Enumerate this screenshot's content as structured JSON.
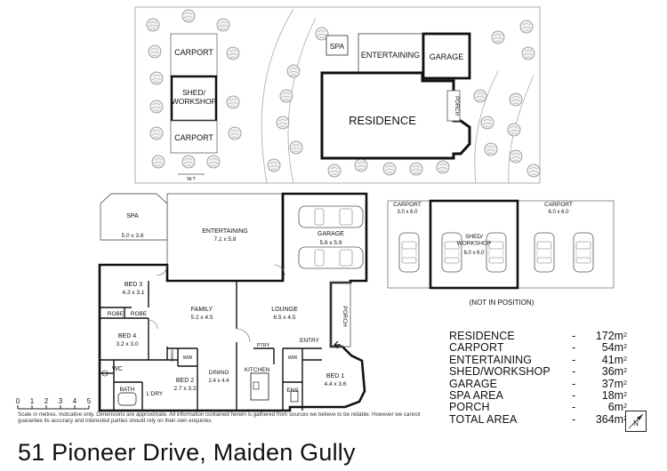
{
  "site": {
    "labels": {
      "carport_top": "CARPORT",
      "shed": "SHED/\nWORKSHOP",
      "carport_bottom": "CARPORT",
      "wt": "W.T",
      "spa": "SPA",
      "entertaining": "ENTERTAINING",
      "garage": "GARAGE",
      "porch": "PORCH",
      "residence": "RESIDENCE"
    }
  },
  "floor": {
    "rooms": {
      "spa": {
        "name": "SPA",
        "dims": "5.0 x 3.6"
      },
      "entertaining": {
        "name": "ENTERTAINING",
        "dims": "7.1 x 5.8"
      },
      "garage": {
        "name": "GARAGE",
        "dims": "5.6 x 5.9"
      },
      "bed3": {
        "name": "BED 3",
        "dims": "4.3 x 3.1"
      },
      "robe1": {
        "name": "ROBE"
      },
      "robe2": {
        "name": "ROBE"
      },
      "family": {
        "name": "FAMILY",
        "dims": "5.2 x 4.5"
      },
      "lounge": {
        "name": "LOUNGE",
        "dims": "6.5 x 4.5"
      },
      "porch": {
        "name": "PORCH"
      },
      "bed4": {
        "name": "BED 4",
        "dims": "3.2 x 3.0"
      },
      "entry": {
        "name": "ENTRY"
      },
      "ptry": {
        "name": "PTRY"
      },
      "linen": {
        "name": "LINEN"
      },
      "wir1": {
        "name": "WIR"
      },
      "wir2": {
        "name": "WIR"
      },
      "bed1": {
        "name": "BED 1",
        "dims": "4.4 x 3.6"
      },
      "wc": {
        "name": "WC"
      },
      "bed2": {
        "name": "BED 2",
        "dims": "2.7 x 3.2"
      },
      "dining": {
        "name": "DINING",
        "dims": "2.4 x 4.4"
      },
      "kitchen": {
        "name": "KITCHEN"
      },
      "bath": {
        "name": "BATH"
      },
      "ldry": {
        "name": "L'DRY"
      },
      "ens": {
        "name": "ENS"
      }
    }
  },
  "outbuildings": {
    "carport_left": {
      "name": "CARPORT",
      "dims": "3.0 x 6.0"
    },
    "shed": {
      "name": "SHED/\nWORKSHOP",
      "dims": "6.0 x 6.0"
    },
    "carport_right": {
      "name": "CARPORT",
      "dims": "6.0 x 6.0"
    },
    "note": "(NOT IN POSITION)"
  },
  "areas": [
    {
      "name": "RESIDENCE",
      "value": "172m",
      "unit_sup": "2"
    },
    {
      "name": "CARPORT",
      "value": "54m",
      "unit_sup": "2"
    },
    {
      "name": "ENTERTAINING",
      "value": "41m",
      "unit_sup": "2"
    },
    {
      "name": "SHED/WORKSHOP",
      "value": "36m",
      "unit_sup": "2"
    },
    {
      "name": "GARAGE",
      "value": "37m",
      "unit_sup": "2"
    },
    {
      "name": "SPA AREA",
      "value": "18m",
      "unit_sup": "2"
    },
    {
      "name": "PORCH",
      "value": "6m",
      "unit_sup": "2"
    },
    {
      "name": "TOTAL AREA",
      "value": "364m",
      "unit_sup": "2"
    }
  ],
  "area_dash": "-",
  "scale": {
    "ticks": [
      "0",
      "1",
      "2",
      "3",
      "4",
      "5"
    ],
    "disclaimer": "Scale in metres. Indicative only. Dimensions are approximate. All information contained herein is gathered from sources we believe to be reliable. However we cannot guarantee its accuracy and interested parties should rely on their own enquiries."
  },
  "address": "51 Pioneer Drive, Maiden Gully",
  "compass_label": "N"
}
